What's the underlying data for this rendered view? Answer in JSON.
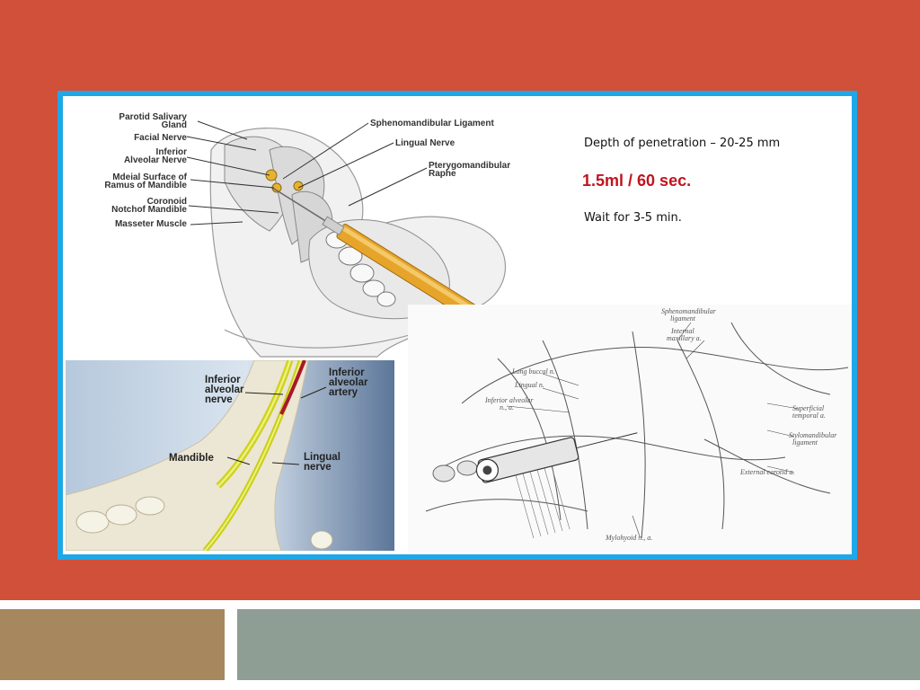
{
  "colors": {
    "background_band": "#d0503a",
    "frame_border": "#1fa8e8",
    "footer_left": "#a6875e",
    "footer_right": "#8f9e94",
    "dose_text": "#c0141e"
  },
  "panel_top": {
    "labels": [
      "Parotid Salivary",
      "Gland",
      "Facial Nerve",
      "Inferior",
      "Alveolar Nerve",
      "Mdeial Surface of",
      "Ramus of Mandible",
      "Coronoid",
      "Notchof Mandible",
      "Masseter Muscle",
      "Sphenomandibular Ligament",
      "Lingual Nerve",
      "Pterygomandibular",
      "Raphe"
    ]
  },
  "notes": {
    "depth": "Depth of penetration – 20-25 mm",
    "dose": "1.5ml / 60 sec.",
    "wait": "Wait  for 3-5 min."
  },
  "panel_bottom_left": {
    "inferior_alveolar_nerve": [
      "Inferior",
      "alveolar",
      "nerve"
    ],
    "inferior_alveolar_artery": [
      "Inferior",
      "alveolar",
      "artery"
    ],
    "mandible": "Mandible",
    "lingual_nerve": [
      "Lingual",
      "nerve"
    ]
  },
  "panel_bottom_right": {
    "labels": [
      "Sphenomandibular",
      "ligament",
      "Internal",
      "maxillary a.",
      "Long buccal n.",
      "Lingual n.",
      "Inferior alveolar",
      "n., a.",
      "Superficial",
      "temporal a.",
      "Stylomandibular",
      "ligament",
      "External carotid a.",
      "Mylohyoid n., a."
    ]
  }
}
